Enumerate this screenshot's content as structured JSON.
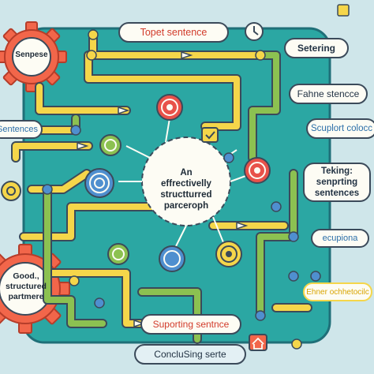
{
  "colors": {
    "background": "#cfe6ea",
    "board": "#2ba7a3",
    "path_yellow": "#f5d64a",
    "path_green": "#8cc151",
    "gear_orange": "#f2664a",
    "node_blue": "#4f8fcf",
    "node_red": "#e8524a",
    "label_fill": "#fdfcf4",
    "outline": "#3b4a5a"
  },
  "center": {
    "line1": "An",
    "line2": "effrectivelly",
    "line3": "structturred",
    "line4": "parceroph"
  },
  "gear_top": {
    "text": "Senpese"
  },
  "gear_bottom": {
    "line1": "Good.,",
    "line2": "structured",
    "line3": "partmere"
  },
  "labels": {
    "topet": "Topet sentence",
    "setering": "Setering",
    "fahne": "Fahne stencce",
    "sentences": "Sentences",
    "scuplort": "Scuplort colocc",
    "teking": "Teking:",
    "senprting": "senprting",
    "sentences_right": "sentences",
    "ecupiona": "ecupiona",
    "ehner": "Ehner ochhetocilc",
    "supporting": "Suporting sentnce",
    "concluding": "ConcluSing serte"
  }
}
